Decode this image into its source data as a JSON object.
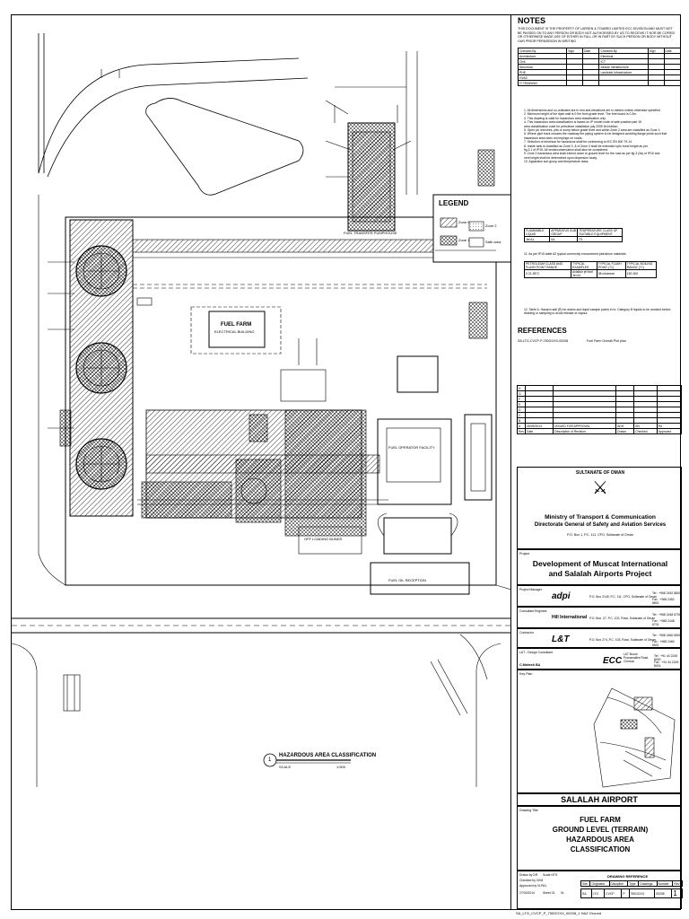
{
  "drawing": {
    "labels": {
      "fuel_farm": "FUEL FARM",
      "electrical_building": "ELECTRICAL BUILDING",
      "fuel_operator_facility": "FUEL OPERATOR FACILITY",
      "off_loading_bunds": "OFF LOADING BUNDS",
      "fuel_transfer_pumphouse": "FUEL TRANSFER PUMPHOUSE",
      "fuel_oil_reception": "FUEL OIL RECEPTION"
    },
    "view_title": {
      "number": "1",
      "text": "HAZARDOUS AREA CLASSIFICATION",
      "scale": "SCALE",
      "scale_value": "1:500"
    },
    "legend": {
      "title": "LEGEND",
      "zone0": "Zone 0",
      "zone1": "Zone 1",
      "zone2": "Zone 2",
      "safe": "Safe area"
    }
  },
  "notes": {
    "title": "NOTES",
    "intro": "THIS DOCUMENT IS THE PROPERTY OF LARSEN & TOUBRO LIMITED ECC DIVISION AND MUST NOT BE PASSED ON TO ANY PERSON OR BODY NOT AUTHORISED BY US TO RECEIVE IT NOR BE COPIED OR OTHERWISE MADE USE OF EITHER IN FULL OR IN PART BY SUCH PERSON OR BODY WITHOUT OUR PRIOR PERMISSION IN WRITING",
    "check_headers": [
      "Checked By",
      "Sign",
      "Date",
      "Checked By",
      "Sign",
      "Date"
    ],
    "check_rows": [
      [
        "Architecture",
        "",
        "",
        "Electrical",
        "",
        ""
      ],
      [
        "Civil",
        "",
        "",
        "ICT",
        "",
        ""
      ],
      [
        "Structural",
        "",
        "",
        "Airside Infrastructure",
        "",
        ""
      ],
      [
        "PHE",
        "",
        "",
        "Landside Infrastructure",
        "",
        ""
      ],
      [
        "HVAC",
        "",
        "",
        "",
        "",
        ""
      ],
      [
        "IT TRAINING",
        "",
        "",
        "",
        "",
        ""
      ]
    ],
    "items": [
      "1. All dimensions and co-ordinates are in mm and elevations are in meters unless otherwise specified.",
      "2. Minimum height of the dyke wall is 0.9m from grade level. The free board is 0.3m.",
      "3. This drawing is valid for hazardous area classification only.",
      "4. This hazardous area classification is based on IP model code of safe practice part 15",
      "   area classification code for petroleum installation july 2005 3rd edition.",
      "5. Open pit, trenches, pits or sump below grade level and within Zone 2 area are classified as Zone 1.",
      "6. Where pipe track crosses the roadway the piping system to be designed avoiding flange joints such that",
      "   hazardous area does not impinge on roads.",
      "7. Selection of electrical for hazardous shall be conforming to IEC EN 600 79-14.",
      "8. Inside tank is classified as Zone 0, & of Zone 0 shall be extended upto bund height as per",
      "   fig 3.1 of IP15. All vents/conservation shall also be considered.",
      "9. Zone 2 hazardous area shall extend down to ground level for the road as per fig 3 (3a) of IP15 and",
      "   vent height shall be determined upon dispersion study.",
      "10. Apparatus sub group and temperature class."
    ],
    "class_table": {
      "headers": [
        "FLAMMABLE LIQUID",
        "APPARATUS SUB GROUP",
        "TEMPERATURE CLASS OF SUITABLE EQUIPMENT"
      ],
      "row": [
        "Jet A1",
        "IIA",
        "T3"
      ]
    },
    "note11": "11. As per IP15 table A2 typical commonly encountered petroleum materials.",
    "flash_table": {
      "headers": [
        "PETROLEUM CLASS AND FLASH POINT RANGE",
        "TYPICAL EXAMPLES",
        "TYPICAL FLASH POINT (°C)",
        "TYPICAL BOILING RANGE (°C)"
      ],
      "row": [
        "II\n21-55°C",
        "Aviation jet fuel Jet A1",
        "38 minimum",
        "150-300"
      ]
    },
    "note12": "12. Table A. Hazard radii (R) for drains and liquid sample points in hr. Category B liquids to be avoided before draining or sampling to avoid release of vapour."
  },
  "references": {
    "title": "REFERENCES",
    "ref_no": "SA-LTG-CVCP-P-750GOXX-00208",
    "ref_desc": "Fuel Farm Overall Plot plan"
  },
  "revisions": {
    "rows": [
      "H",
      "G",
      "F",
      "E",
      "D",
      "C",
      "B",
      "A"
    ],
    "issued_label": "ISSUED FOR APPROVAL",
    "header": [
      "Rev",
      "Date",
      "Description of Revision",
      "Drawn",
      "Checked",
      "Approved"
    ],
    "values": [
      "A",
      "05/09/2013",
      "ISSUED FOR APPROVAL",
      "ADH",
      "SN",
      "PA"
    ]
  },
  "client": {
    "country": "SULTANATE OF OMAN",
    "ministry": "Ministry of Transport & Communication",
    "directorate": "Directorate General of Safety and Aviation Services",
    "address": "P.O. Box 1, P.C. 111, CPO, Sultanate of Oman"
  },
  "project": {
    "label": "Project",
    "name_line1": "Development of Muscat International",
    "name_line2": "and Salalah Airports Project"
  },
  "parties": [
    {
      "role": "Project Manager",
      "logo": "adpi",
      "address": "P.O. Box 2149, P.C. 111, CPO, Sultanate of Oman",
      "tel": "Tel : +968 2452 8800",
      "fax": "Fax : +968 2452 8801"
    },
    {
      "role": "Consultant Engineer",
      "logo": "Hill International",
      "address": "P.O. Box. 27, P.C. 102, Ruwi, Sultanate of Oman",
      "tel": "Tel : +968 2448 6700",
      "fax": "Fax : +968 2448 6701"
    },
    {
      "role": "Contractor",
      "logo": "L&T",
      "address": "P.O. Box 274, P.C. 103, Ruwi, Sultanate of Oman",
      "tel": "Tel : +968 2460 6500",
      "fax": "Fax : +968 2460 6501"
    },
    {
      "role": "L&T - Design Consultant",
      "logo": "ECC",
      "address": "L&T Mount Poonamallee Road, Chennai",
      "tel": "Tel : +91 44 2249 8000",
      "fax": "Fax : +91 44 2249 8001",
      "signatory": "C.Mahesh BA"
    }
  ],
  "key_plan_label": "Key Plan",
  "airport": "SALALAH AIRPORT",
  "drawing_title_label": "Drawing Title",
  "drawing_title": [
    "FUEL FARM",
    "GROUND LEVEL (TERRAIN)",
    "HAZARDOUS AREA",
    "CLASSIFICATION"
  ],
  "drawing_info": {
    "drawn_by": "Drawn by  DR",
    "checked_by": "Checked by  CKM",
    "approved_by": "Approved by  VLP",
    "date": "27/02/2014",
    "scale": "Scale  NTS",
    "size": "A1",
    "sheet": "Sheet  01",
    "of": "01"
  },
  "drawing_reference": {
    "title": "DRAWING REFERENCE",
    "headers": [
      "Site",
      "Originator",
      "Discipline",
      "Type",
      "Drawings",
      "Number",
      "Rev"
    ],
    "values": [
      "SA",
      "LTG",
      "CVCP",
      "P",
      "750GOXX",
      "00208",
      "1"
    ]
  },
  "footer": "SA_LTG_CVCP_P_750GOXX_00208_1 HAZ Ground"
}
